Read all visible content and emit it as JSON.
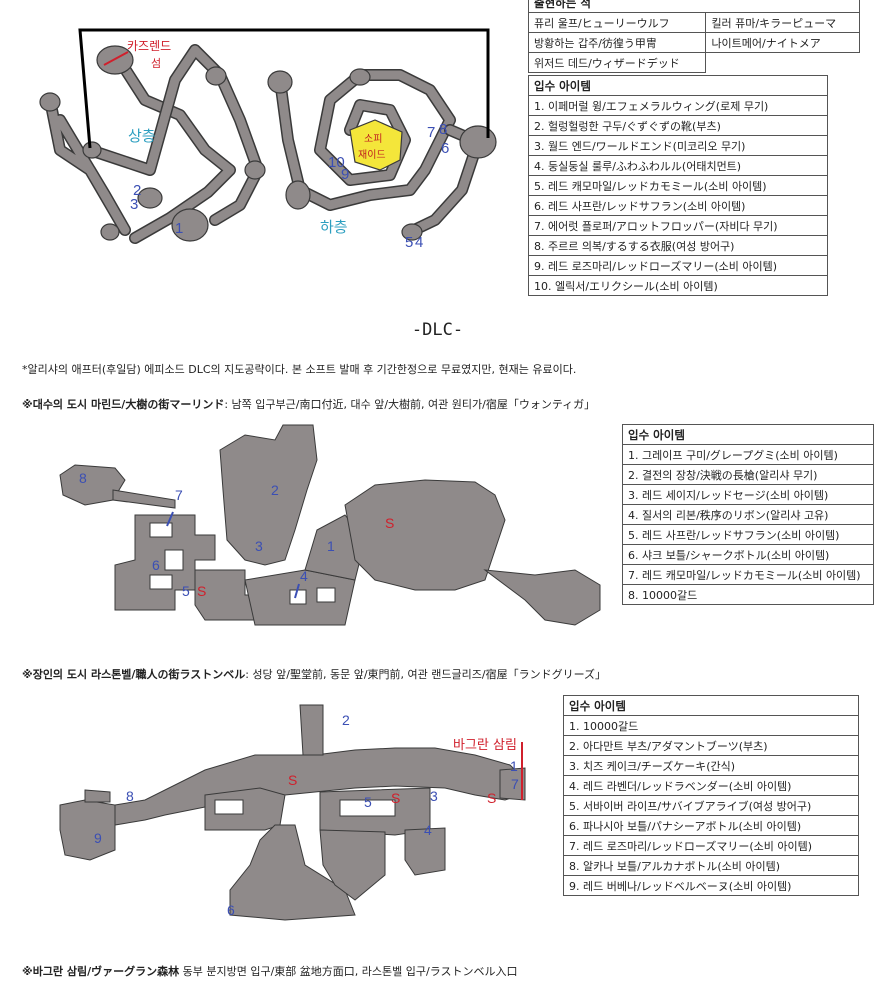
{
  "enemy_table": {
    "header": "출현하는 적",
    "rows": [
      [
        "퓨리 울프/ヒューリーウルフ",
        "킬러 퓨마/キラーピューマ"
      ],
      [
        "방황하는 갑주/彷徨う甲冑",
        "나이트메어/ナイトメア"
      ],
      [
        "위저드 데드/ウィザードデッド",
        ""
      ]
    ]
  },
  "item_table_1": {
    "header": "입수 아이템",
    "items": [
      "1. 이페머럴 윙/エフェメラルウィング(로제 무기)",
      "2. 헐렁헐렁한 구두/ぐずぐずの靴(부츠)",
      "3. 월드 엔드/ワールドエンド(미코리오 무기)",
      "4. 둥실둥실 룰루/ふわふわルル(어태치먼트)",
      "5. 레드 캐모마일/レッドカモミール(소비 아이템)",
      "6. 레드 사프란/レッドサフラン(소비 아이템)",
      "7. 에어럿 플로퍼/アロットフロッパー(자비다 무기)",
      "8. 주르르 의복/するする衣服(여성 방어구)",
      "9. 레드 로즈마리/レッドローズマリー(소비 아이템)",
      "10. 엘릭서/エリクシール(소비 아이템)"
    ]
  },
  "map1": {
    "labels": {
      "tower_name": "카즈렌드",
      "tower_suffix": "섬",
      "upper": "상층",
      "lower": "하층",
      "center_line1": "소피",
      "center_line2": "재이드"
    },
    "markers": [
      "2",
      "3",
      "1",
      "10",
      "9",
      "7",
      "8",
      "6",
      "5",
      "4"
    ]
  },
  "dlc_title": "-DLC-",
  "intro_text": "*알리샤의 애프터(후일담) 에피소드 DLC의 지도공략이다. 본 소프트 발매 후 기간한정으로 무료였지만, 현재는 유료이다.",
  "section1": {
    "heading": "※대수의 도시 마린드/大樹の街マーリンド",
    "detail": ": 남쪽 입구부근/南口付近, 대수 앞/大樹前, 여관 원티가/宿屋「ウォンティガ」"
  },
  "item_table_2": {
    "header": "입수 아이템",
    "items": [
      "1. 그레이프 구미/グレープグミ(소비 아이템)",
      "2. 결전의 장창/決戦の長槍(알리샤 무기)",
      "3. 레드 세이지/レッドセージ(소비 아이템)",
      "4. 질서의 리본/秩序のリボン(알리샤 고유)",
      "5. 레드 사프란/レッドサフラン(소비 아이템)",
      "6. 샤크 보틀/シャークボトル(소비 아이템)",
      "7. 레드 캐모마일/レッドカモミール(소비 아이템)",
      "8. 10000갈드"
    ]
  },
  "map2": {
    "markers": [
      "8",
      "7",
      "6",
      "5",
      "2",
      "3",
      "4",
      "1"
    ],
    "save_points": [
      "S",
      "S"
    ]
  },
  "section2": {
    "heading": "※장인의 도시 라스톤벨/職人の街ラストンベル",
    "detail": ": 성당 앞/聖堂前, 동문 앞/東門前, 여관 랜드글리즈/宿屋「ランドグリーズ」"
  },
  "item_table_3": {
    "header": "입수 아이템",
    "items": [
      "1. 10000갈드",
      "2. 아다만트 부츠/アダマントブーツ(부츠)",
      "3. 치즈 케이크/チーズケーキ(간식)",
      "4. 레드 라벤더/レッドラベンダー(소비 아이템)",
      "5. 서바이버 라이프/サバイブアライブ(여성 방어구)",
      "6. 파나시아 보틀/パナシーアボトル(소비 아이템)",
      "7. 레드 로즈마리/レッドローズマリー(소비 아이템)",
      "8. 알카나 보틀/アルカナボトル(소비 아이템)",
      "9. 레드 버베나/レッドベルベーヌ(소비 아이템)"
    ]
  },
  "map3": {
    "exit_label": "바그란 삼림",
    "markers": [
      "2",
      "8",
      "9",
      "3",
      "5",
      "4",
      "6",
      "1",
      "7"
    ],
    "save_points": [
      "S",
      "S",
      "S"
    ]
  },
  "section3": {
    "heading": "※바그란 삼림/ヴァーグラン森林",
    "detail": " 동부 분지방면 입구/東部 盆地方面口, 라스톤벨 입구/ラストンベル入口"
  },
  "colors": {
    "map_fill": "#8f8a8a",
    "map_stroke": "#3a3a3a",
    "marker_blue": "#3b4fb4",
    "label_cyan": "#2d9fc0",
    "label_red": "#d0202c",
    "highlight_yellow": "#f4e63a"
  }
}
